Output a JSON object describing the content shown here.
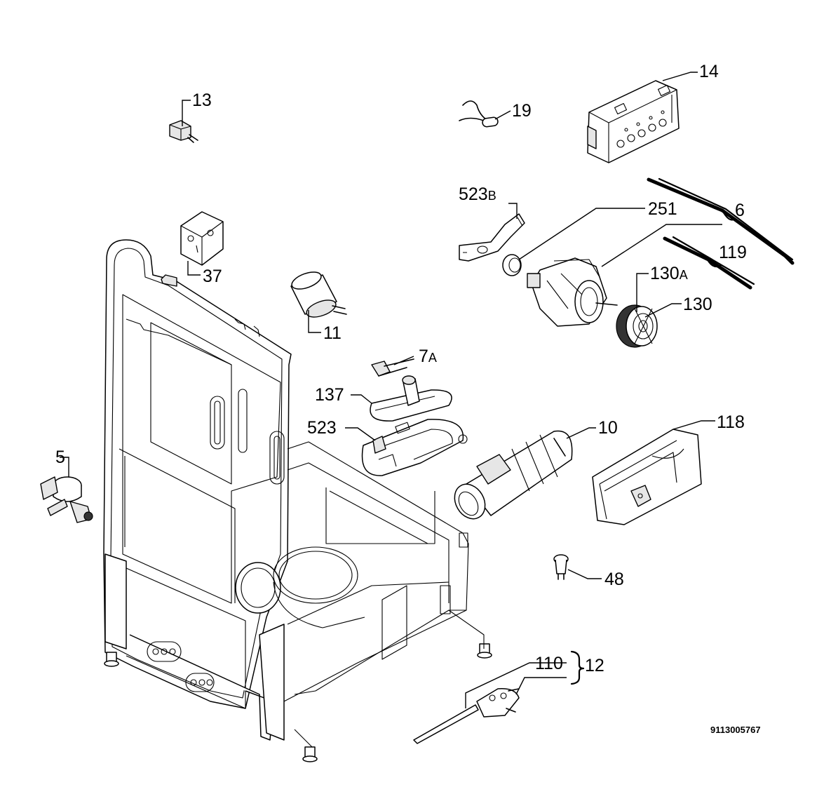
{
  "labels": {
    "p13": "13",
    "p19": "19",
    "p14": "14",
    "p523b_num": "523",
    "p523b_suf": "B",
    "p251": "251",
    "p6": "6",
    "p119": "119",
    "p37": "37",
    "p130a_num": "130",
    "p130a_suf": "A",
    "p130": "130",
    "p11": "11",
    "p7a_num": "7",
    "p7a_suf": "A",
    "p137": "137",
    "p523": "523",
    "p10": "10",
    "p118": "118",
    "p5": "5",
    "p48": "48",
    "p110": "110",
    "p12": "12"
  },
  "drawing_code": "9113005767"
}
